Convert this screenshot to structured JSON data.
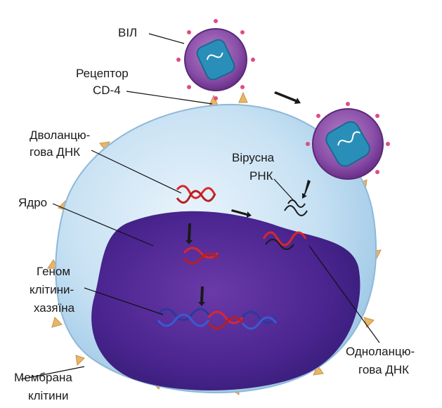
{
  "labels": {
    "vil": "ВІЛ",
    "receptor_line1": "Рецептор",
    "receptor_line2": "CD-4",
    "dsdna_line1": "Дволанцю-",
    "dsdna_line2": "гова  ДНК",
    "viral_rna_line1": "Вірусна",
    "viral_rna_line2": "РНК",
    "nucleus": "Ядро",
    "genome_line1": "Геном",
    "genome_line2": "клітини-",
    "genome_line3": "хазяїна",
    "ssdna_line1": "Одноланцю-",
    "ssdna_line2": "гова ДНК",
    "membrane_line1": "Мембрана",
    "membrane_line2": "клітини"
  },
  "colors": {
    "cell_cytoplasm": "#cfe6f5",
    "nucleus": "#4a2a8c",
    "virus_envelope": "#8a4fa8",
    "virus_capsid": "#2a8fb8",
    "receptor": "#e8b664",
    "dna_red": "#d8282c",
    "dna_blue": "#2a3a9c"
  }
}
